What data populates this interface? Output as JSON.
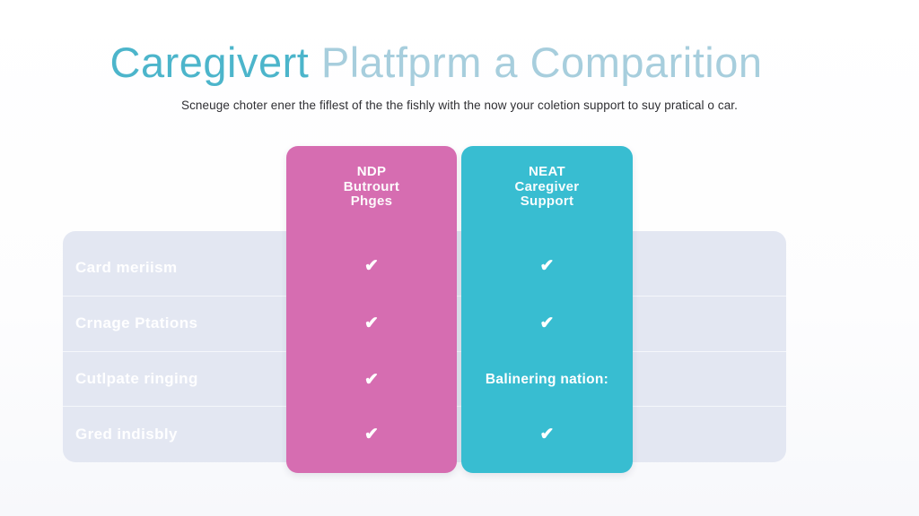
{
  "header": {
    "title_part1": "Caregivert",
    "title_part2": " Platfprm a Comparition",
    "subtitle": "Scneuge choter ener the fiflest of the the fishly with the now your coletion support to suy pratical o car."
  },
  "colors": {
    "title_primary": "#4cb5cb",
    "title_secondary": "#a7cedd",
    "panel_background": "#e3e7f2",
    "pink_column": "#d66db1",
    "cyan_column": "#38bdd1",
    "cell_text": "#ffffff"
  },
  "chart_data": {
    "type": "table",
    "title": "Caregivert Platfprm a Comparition",
    "subtitle": "Scneuge choter ener the fiflest of the the fishly with the now your coletion support to suy pratical o car.",
    "row_labels": [
      "Card meriism",
      "Crnage Ptations",
      "Cutlpate ringing",
      "Gred indisbly"
    ],
    "grid": true,
    "legend_position": "none",
    "columns": [
      {
        "id": "ndp",
        "header_lines": [
          "NDP",
          "Butrourt",
          "Phges"
        ],
        "color": "#d66db1",
        "cells": [
          {
            "kind": "check",
            "glyph": "✔"
          },
          {
            "kind": "check",
            "glyph": "✔"
          },
          {
            "kind": "check",
            "glyph": "✔"
          },
          {
            "kind": "check",
            "glyph": "✔"
          }
        ]
      },
      {
        "id": "neat",
        "header_lines": [
          "NEAT",
          "Caregiver",
          "Support"
        ],
        "color": "#38bdd1",
        "cells": [
          {
            "kind": "check",
            "glyph": "✔"
          },
          {
            "kind": "check",
            "glyph": "✔"
          },
          {
            "kind": "text",
            "text": "Balinering nation:"
          },
          {
            "kind": "check",
            "glyph": "✔"
          }
        ]
      }
    ]
  }
}
